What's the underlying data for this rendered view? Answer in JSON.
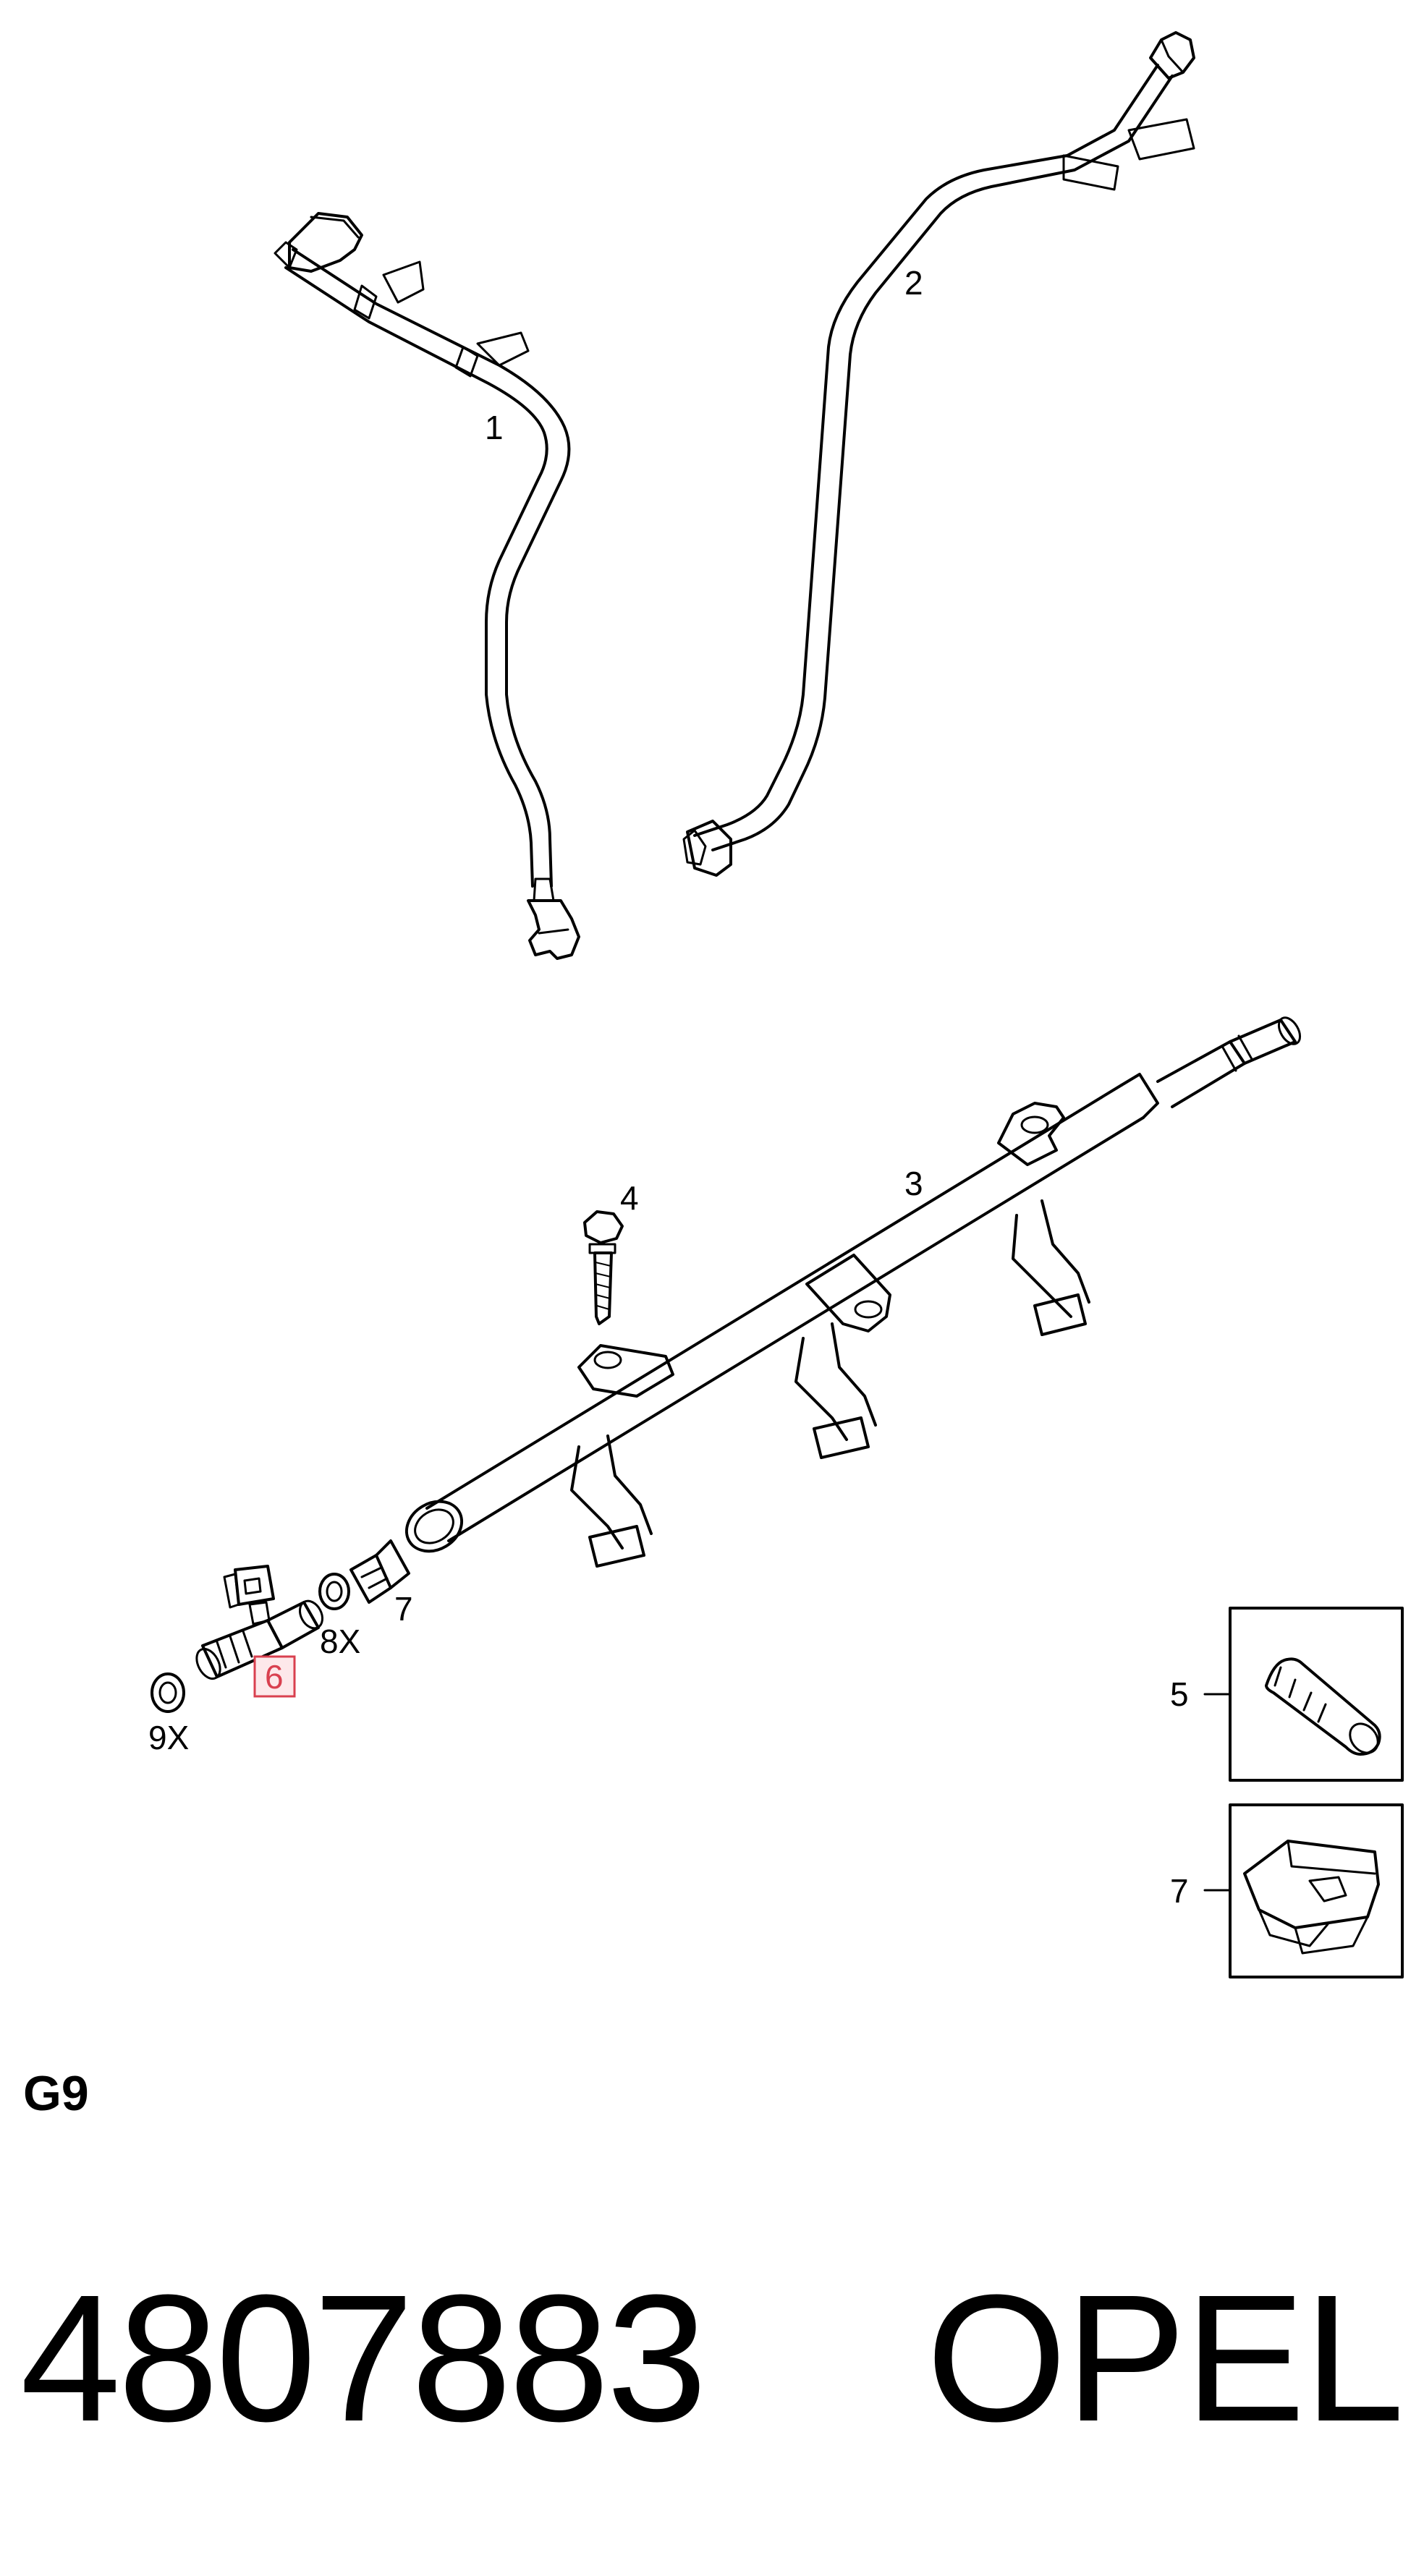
{
  "diagram": {
    "callouts": {
      "hose_1": "1",
      "hose_2": "2",
      "rail_3": "3",
      "bolt_4": "4",
      "inset_5": "5",
      "clip_7": "7",
      "inset_7": "7",
      "seal_8": "8X",
      "seal_9": "9X",
      "injector_6": "6"
    },
    "highlighted_part": "6",
    "highlight_color": "#d9404f"
  },
  "footer": {
    "section_code": "G9",
    "part_number": "4807883",
    "brand": "OPEL"
  }
}
